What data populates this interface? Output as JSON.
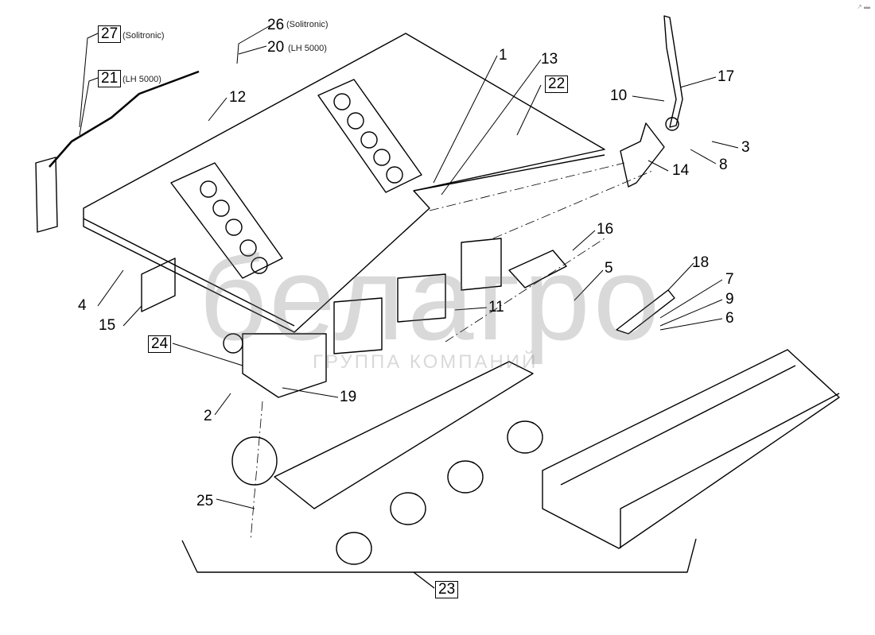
{
  "diagram": {
    "title": "Exploded parts diagram - metering unit assembly",
    "watermark": {
      "brand": "белагро",
      "subtitle": "ГРУППА КОМПАНИЙ"
    },
    "corner_mark": "↗ ▬",
    "callouts": [
      {
        "id": "1",
        "label": "1",
        "boxed": false,
        "note": ""
      },
      {
        "id": "2",
        "label": "2",
        "boxed": false,
        "note": ""
      },
      {
        "id": "3",
        "label": "3",
        "boxed": false,
        "note": ""
      },
      {
        "id": "4",
        "label": "4",
        "boxed": false,
        "note": ""
      },
      {
        "id": "5",
        "label": "5",
        "boxed": false,
        "note": ""
      },
      {
        "id": "6",
        "label": "6",
        "boxed": false,
        "note": ""
      },
      {
        "id": "7",
        "label": "7",
        "boxed": false,
        "note": ""
      },
      {
        "id": "8",
        "label": "8",
        "boxed": false,
        "note": ""
      },
      {
        "id": "9",
        "label": "9",
        "boxed": false,
        "note": ""
      },
      {
        "id": "10",
        "label": "10",
        "boxed": false,
        "note": ""
      },
      {
        "id": "11",
        "label": "11",
        "boxed": false,
        "note": ""
      },
      {
        "id": "12",
        "label": "12",
        "boxed": false,
        "note": ""
      },
      {
        "id": "13",
        "label": "13",
        "boxed": false,
        "note": ""
      },
      {
        "id": "14",
        "label": "14",
        "boxed": false,
        "note": ""
      },
      {
        "id": "15",
        "label": "15",
        "boxed": false,
        "note": ""
      },
      {
        "id": "16",
        "label": "16",
        "boxed": false,
        "note": ""
      },
      {
        "id": "17",
        "label": "17",
        "boxed": false,
        "note": ""
      },
      {
        "id": "18",
        "label": "18",
        "boxed": false,
        "note": ""
      },
      {
        "id": "19",
        "label": "19",
        "boxed": false,
        "note": ""
      },
      {
        "id": "20",
        "label": "20",
        "boxed": false,
        "note": "(LH 5000)"
      },
      {
        "id": "21",
        "label": "21",
        "boxed": true,
        "note": "(LH 5000)"
      },
      {
        "id": "22",
        "label": "22",
        "boxed": true,
        "note": ""
      },
      {
        "id": "23",
        "label": "23",
        "boxed": true,
        "note": ""
      },
      {
        "id": "24",
        "label": "24",
        "boxed": true,
        "note": ""
      },
      {
        "id": "25",
        "label": "25",
        "boxed": false,
        "note": ""
      },
      {
        "id": "26",
        "label": "26",
        "boxed": false,
        "note": "(Solitronic)"
      },
      {
        "id": "27",
        "label": "27",
        "boxed": true,
        "note": "(Solitronic)"
      }
    ]
  }
}
